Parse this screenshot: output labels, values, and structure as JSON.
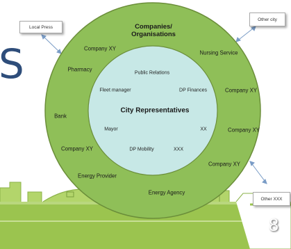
{
  "slide": {
    "edge_letter": "S",
    "page_number": "8"
  },
  "diagram": {
    "title": "Companies/\nOrganisations",
    "center": "City Representatives",
    "outer_labels": [
      "Company XY",
      "Nursing Service",
      "Pharmacy",
      "Company XY",
      "Bank",
      "Company XY",
      "Company XY",
      "Company XY",
      "Energy Provider",
      "Energy Agency"
    ],
    "inner_labels": [
      "Public Relations",
      "Fleet manager",
      "DP Finances",
      "Mayor",
      "XX",
      "DP Mobility",
      "XXX"
    ],
    "external_boxes": [
      "Local Press",
      "Other city",
      "Other XXX"
    ]
  },
  "colors": {
    "outer_ring": "#8fbf58",
    "inner_circle": "#c7e8e6",
    "ring_stroke": "#6b8e3a",
    "connector": "#7a9cc6",
    "footer_green": "#9bc44f"
  }
}
